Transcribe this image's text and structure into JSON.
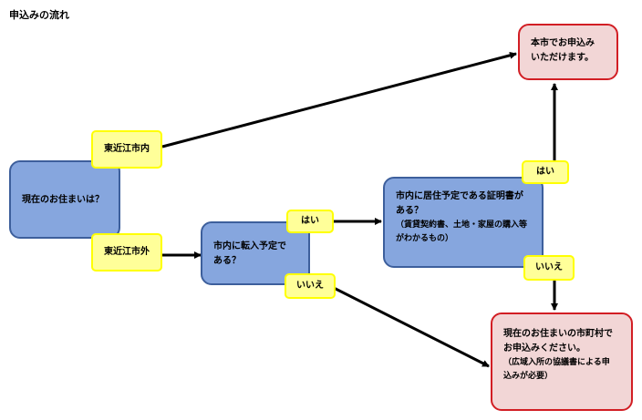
{
  "title": "申込みの流れ",
  "nodes": {
    "start": "現在のお住まいは？",
    "moving": [
      "市内に転入予定で",
      "ある？"
    ],
    "certificate": {
      "lines": [
        "市内に居住予定である証明書が",
        "ある？"
      ],
      "note": [
        "（賃貸契約書、土地・家屋の購入等",
        "がわかるもの）"
      ]
    },
    "apply_city": [
      "本市でお申込み",
      "いただけます。"
    ],
    "apply_home": {
      "lines": [
        "現在のお住まいの市町村で",
        "お申込みください。"
      ],
      "note": [
        "（広域入所の協議書による申",
        "込みが必要）"
      ]
    }
  },
  "labels": {
    "inside_city": "東近江市内",
    "outside_city": "東近江市外",
    "yes_moving": "はい",
    "no_moving": "いいえ",
    "yes_certificate": "はい",
    "no_certificate": "いいえ"
  },
  "colors": {
    "question_fill": "#86a6de",
    "question_border": "#3d5f9c",
    "result_fill": "#f2d6d6",
    "result_border": "#d21e24",
    "label_fill": "#ffff99",
    "label_border": "#ffff00"
  }
}
